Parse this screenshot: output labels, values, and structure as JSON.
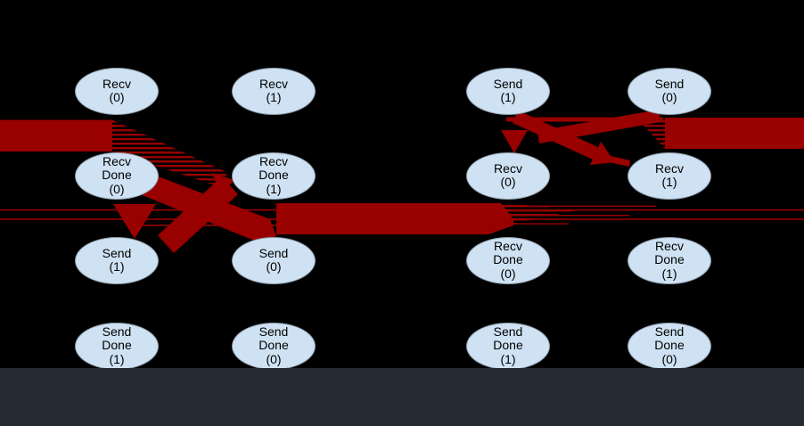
{
  "figure": {
    "kind": "send-recv dependency diagram",
    "colors": {
      "background": "#000000",
      "bottom_bar": "#262b33",
      "arrow": "#990000",
      "node_fill": "#cfe2f3",
      "node_border": "#90a0ae",
      "node_text": "#000000"
    },
    "nodes": [
      {
        "id": "left-recv-0",
        "col": 0,
        "row": 0,
        "lines": [
          "Recv",
          "(0)"
        ]
      },
      {
        "id": "left-recv-1",
        "col": 1,
        "row": 0,
        "lines": [
          "Recv",
          "(1)"
        ]
      },
      {
        "id": "right-send-1",
        "col": 2,
        "row": 0,
        "lines": [
          "Send",
          "(1)"
        ]
      },
      {
        "id": "right-send-0",
        "col": 3,
        "row": 0,
        "lines": [
          "Send",
          "(0)"
        ]
      },
      {
        "id": "left-recv-done-0",
        "col": 0,
        "row": 1,
        "lines": [
          "Recv",
          "Done",
          "(0)"
        ]
      },
      {
        "id": "left-recv-done-1",
        "col": 1,
        "row": 1,
        "lines": [
          "Recv",
          "Done",
          "(1)"
        ]
      },
      {
        "id": "right-recv-0",
        "col": 2,
        "row": 1,
        "lines": [
          "Recv",
          "(0)"
        ]
      },
      {
        "id": "right-recv-1",
        "col": 3,
        "row": 1,
        "lines": [
          "Recv",
          "(1)"
        ]
      },
      {
        "id": "left-send-1",
        "col": 0,
        "row": 2,
        "lines": [
          "Send",
          "(1)"
        ]
      },
      {
        "id": "left-send-0",
        "col": 1,
        "row": 2,
        "lines": [
          "Send",
          "(0)"
        ]
      },
      {
        "id": "right-recv-done-0",
        "col": 2,
        "row": 2,
        "lines": [
          "Recv",
          "Done",
          "(0)"
        ]
      },
      {
        "id": "right-recv-done-1",
        "col": 3,
        "row": 2,
        "lines": [
          "Recv",
          "Done",
          "(1)"
        ]
      },
      {
        "id": "left-send-done-1",
        "col": 0,
        "row": 3,
        "lines": [
          "Send",
          "Done",
          "(1)"
        ]
      },
      {
        "id": "left-send-done-0",
        "col": 1,
        "row": 3,
        "lines": [
          "Send",
          "Done",
          "(0)"
        ]
      },
      {
        "id": "right-send-done-1",
        "col": 2,
        "row": 3,
        "lines": [
          "Send",
          "Done",
          "(1)"
        ]
      },
      {
        "id": "right-send-done-0",
        "col": 3,
        "row": 3,
        "lines": [
          "Send",
          "Done",
          "(0)"
        ]
      }
    ],
    "edges": [
      {
        "id": "wrap-in-left",
        "from": "offscreen-left",
        "to": "left-recv-done-1"
      },
      {
        "id": "recv-done-0-send-0",
        "from": "left-recv-done-0",
        "to": "left-send-0"
      },
      {
        "id": "recv-done-1-send-1",
        "from": "left-recv-done-1",
        "to": "left-send-1"
      },
      {
        "id": "wrap-in-right",
        "from": "offscreen-right",
        "to": "left-send-1"
      },
      {
        "id": "send-1-recv-1",
        "from": "right-send-1",
        "to": "right-recv-1"
      },
      {
        "id": "send-0-recv-0",
        "from": "right-send-0",
        "to": "right-recv-0"
      },
      {
        "id": "wrap-out-right",
        "from": "right-send-0",
        "to": "offscreen-right"
      }
    ]
  }
}
